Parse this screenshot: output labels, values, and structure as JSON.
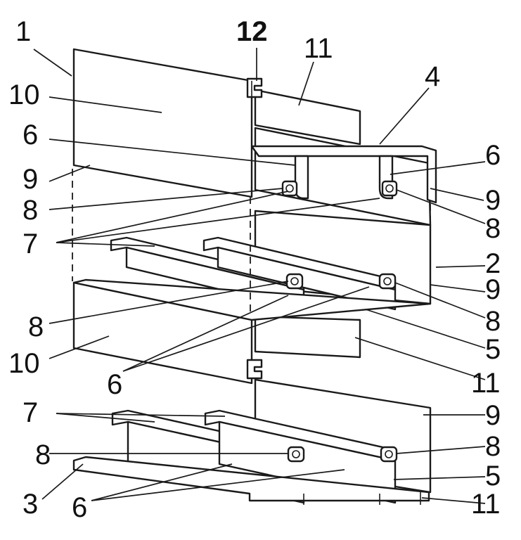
{
  "diagram": {
    "labels": {
      "l1": "1",
      "l12": "12",
      "l11_top": "11",
      "l4": "4",
      "l10_top": "10",
      "l6_left_top": "6",
      "l6_right_top": "6",
      "l9_left": "9",
      "l9_right_top": "9",
      "l8_left_top": "8",
      "l8_right_top": "8",
      "l7_mid": "7",
      "l2": "2",
      "l9_right_mid": "9",
      "l8_left_mid": "8",
      "l8_right_mid": "8",
      "l10_mid": "10",
      "l5_mid": "5",
      "l6_mid": "6",
      "l11_mid": "11",
      "l7_bot": "7",
      "l9_right_bot": "9",
      "l8_left_bot": "8",
      "l8_right_bot": "8",
      "l3": "3",
      "l5_bot": "5",
      "l6_bot": "6",
      "l11_bot": "11"
    }
  }
}
